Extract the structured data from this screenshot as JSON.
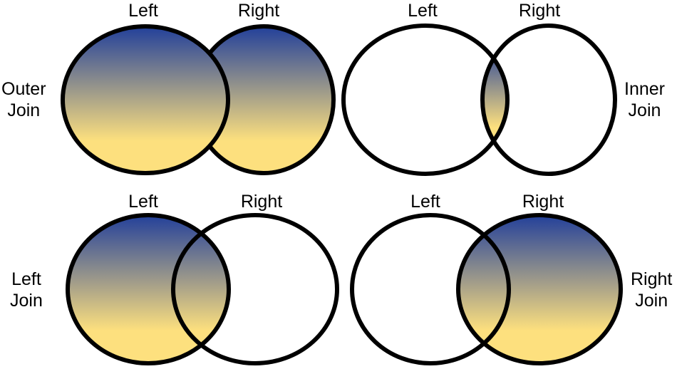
{
  "colors": {
    "gradient_top": "#23409a",
    "gradient_bottom": "#fde07e",
    "stroke": "#000000",
    "background": "#ffffff"
  },
  "diagrams": [
    {
      "left_label": "Left",
      "right_label": "Right",
      "join_line1": "Outer",
      "join_line2": "Join",
      "highlight": "both"
    },
    {
      "left_label": "Left",
      "right_label": "Right",
      "join_line1": "Inner",
      "join_line2": "Join",
      "highlight": "intersection"
    },
    {
      "left_label": "Left",
      "right_label": "Right",
      "join_line1": "Left",
      "join_line2": "Join",
      "highlight": "left"
    },
    {
      "left_label": "Left",
      "right_label": "Right",
      "join_line1": "Right",
      "join_line2": "Join",
      "highlight": "right"
    }
  ]
}
